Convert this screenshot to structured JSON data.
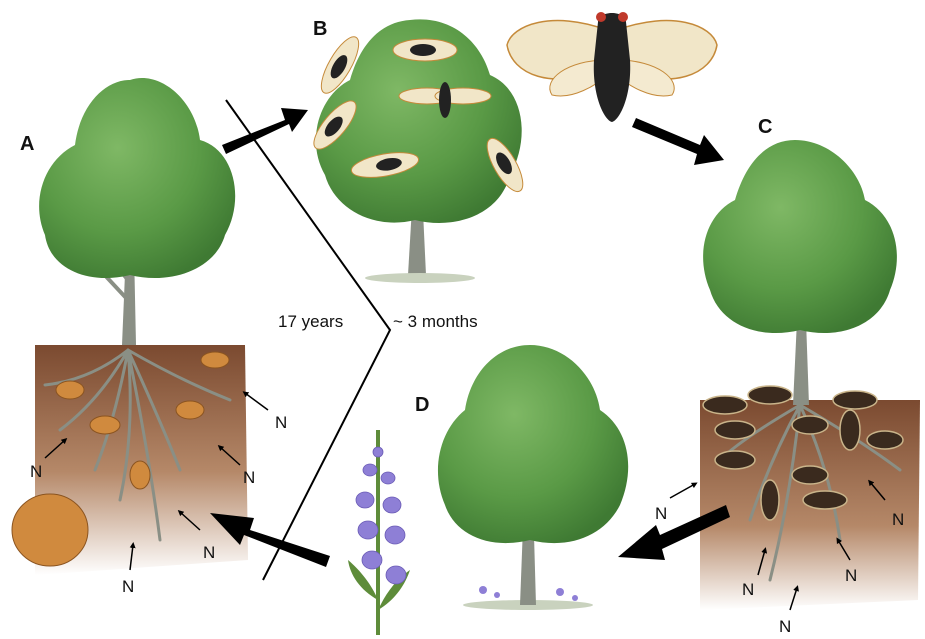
{
  "panels": {
    "a": "A",
    "b": "B",
    "c": "C",
    "d": "D"
  },
  "durations": {
    "underground": "17 years",
    "above_ground": "~ 3 months"
  },
  "nymph_label": "N",
  "colors": {
    "foliage": "#5a9a46",
    "foliage_dark": "#3f7a33",
    "foliage_light": "#7fb865",
    "trunk": "#8a8f85",
    "soil": "#8b5a3c",
    "nymph": "#d08a3e",
    "adult_body": "#222222",
    "adult_eye": "#c0392b",
    "wing": "#f1e6c8",
    "wing_vein": "#c58a3a",
    "flower": "#8e7fd6",
    "stem": "#5e8c3a",
    "arrow": "#000000"
  },
  "icons": [
    "cycle-arrow-icon",
    "cicada-adult-icon",
    "cicada-nymph-icon",
    "tree-icon",
    "flower-icon"
  ]
}
